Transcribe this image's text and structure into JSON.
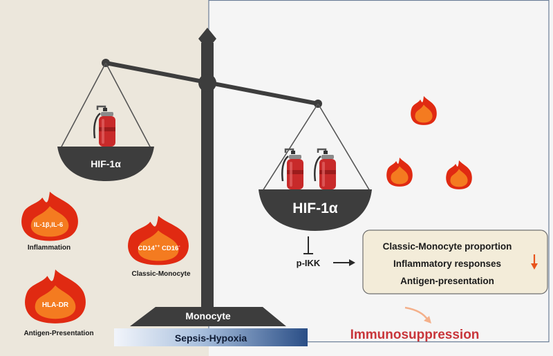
{
  "colors": {
    "left_bg": "#ece7dc",
    "right_bg": "#f5f5f5",
    "scale": "#3d3d3d",
    "flame_outer": "#e02a12",
    "flame_inner": "#f47b20",
    "extinguisher": "#c82a2a",
    "box_fill": "#f3ecd9",
    "immuno_text": "#c8353a",
    "hypoxia_dark": "#2a4e86"
  },
  "left_pan": {
    "label": "HIF-1α"
  },
  "right_pan": {
    "label": "HIF-1α"
  },
  "base": {
    "label": "Monocyte"
  },
  "bar": {
    "label": "Sepsis-Hypoxia"
  },
  "left_flames": [
    {
      "text": "IL-1β,IL-6",
      "caption": "Inflammation"
    },
    {
      "text_main": "CD14",
      "sup1": "++",
      "text_mid": " CD16",
      "sup2": "-",
      "caption": "Classic-Monocyte"
    },
    {
      "text": "HLA-DR",
      "caption": "Antigen-Presentation"
    }
  ],
  "pathway": {
    "label": "p-IKK"
  },
  "effects_box": {
    "lines": [
      "Classic-Monocyte proportion",
      "Inflammatory responses",
      "Antigen-presentation"
    ],
    "trend_icon": "down-arrow-icon"
  },
  "outcome": {
    "label": "Immunosuppression"
  }
}
